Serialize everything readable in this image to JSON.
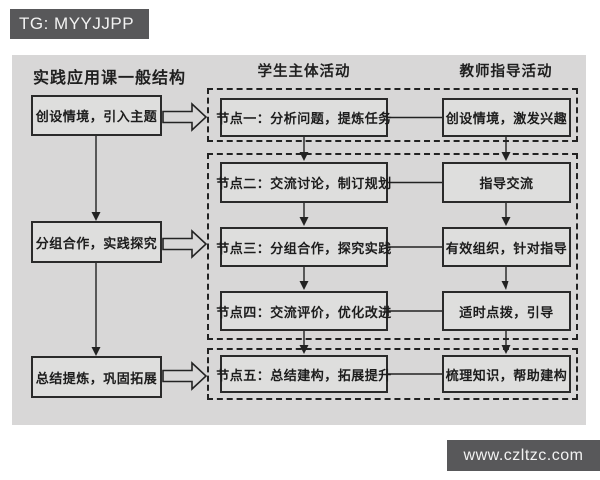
{
  "watermarks": {
    "top": "TG: MYYJJPP",
    "bottom": "www.czltzc.com"
  },
  "headers": {
    "structure": "实践应用课一般结构",
    "student_column": "学生主体活动",
    "teacher_column": "教师指导活动"
  },
  "structure_flow": {
    "step1": "创设情境，引入主题",
    "step2": "分组合作，实践探究",
    "step3": "总结提炼，巩固拓展"
  },
  "student_nodes": {
    "node1": "节点一：分析问题，提炼任务",
    "node2": "节点二：交流讨论，制订规划",
    "node3": "节点三：分组合作，探究实践",
    "node4": "节点四：交流评价，优化改进",
    "node5": "节点五：总结建构，拓展提升"
  },
  "teacher_nodes": {
    "node1": "创设情境，激发兴趣",
    "node2": "指导交流",
    "node3": "有效组织，针对指导",
    "node4": "适时点拨，引导",
    "node5": "梳理知识，帮助建构"
  },
  "colors": {
    "panel_bg": "#d8d7d7",
    "box_bg": "#dededd",
    "line": "#222222",
    "badge_bg": "#58585a",
    "badge_text": "#f2f2f2"
  }
}
